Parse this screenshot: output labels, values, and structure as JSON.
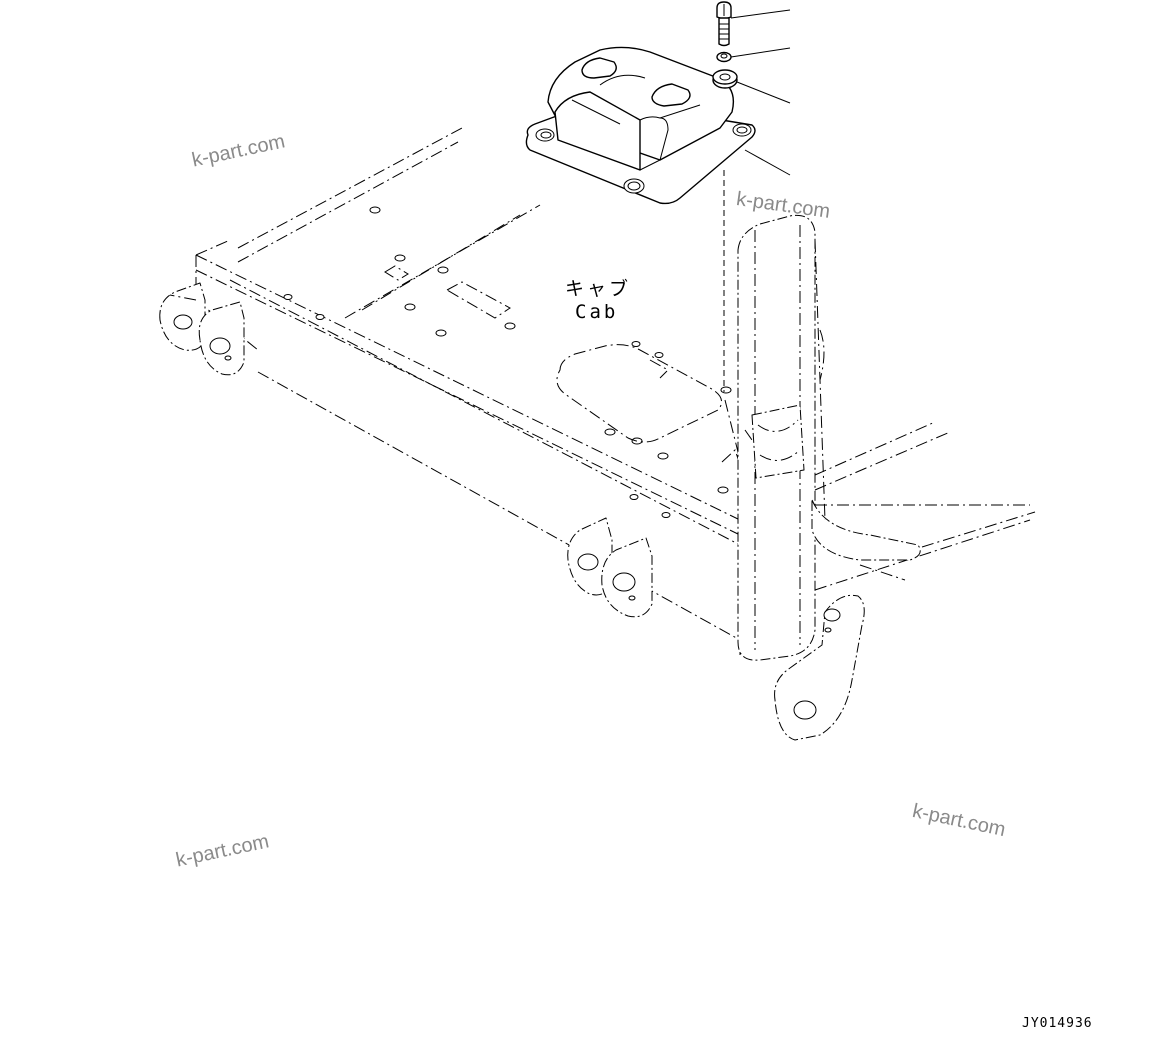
{
  "labels": {
    "cab_japanese": "キャブ",
    "cab_english": "Cab"
  },
  "drawing_code": "JY014936",
  "watermarks": [
    "k-part.com",
    "k-part.com",
    "k-part.com",
    "k-part.com"
  ],
  "parts": [
    "bolt",
    "lock-washer",
    "washer",
    "cab-mount"
  ]
}
